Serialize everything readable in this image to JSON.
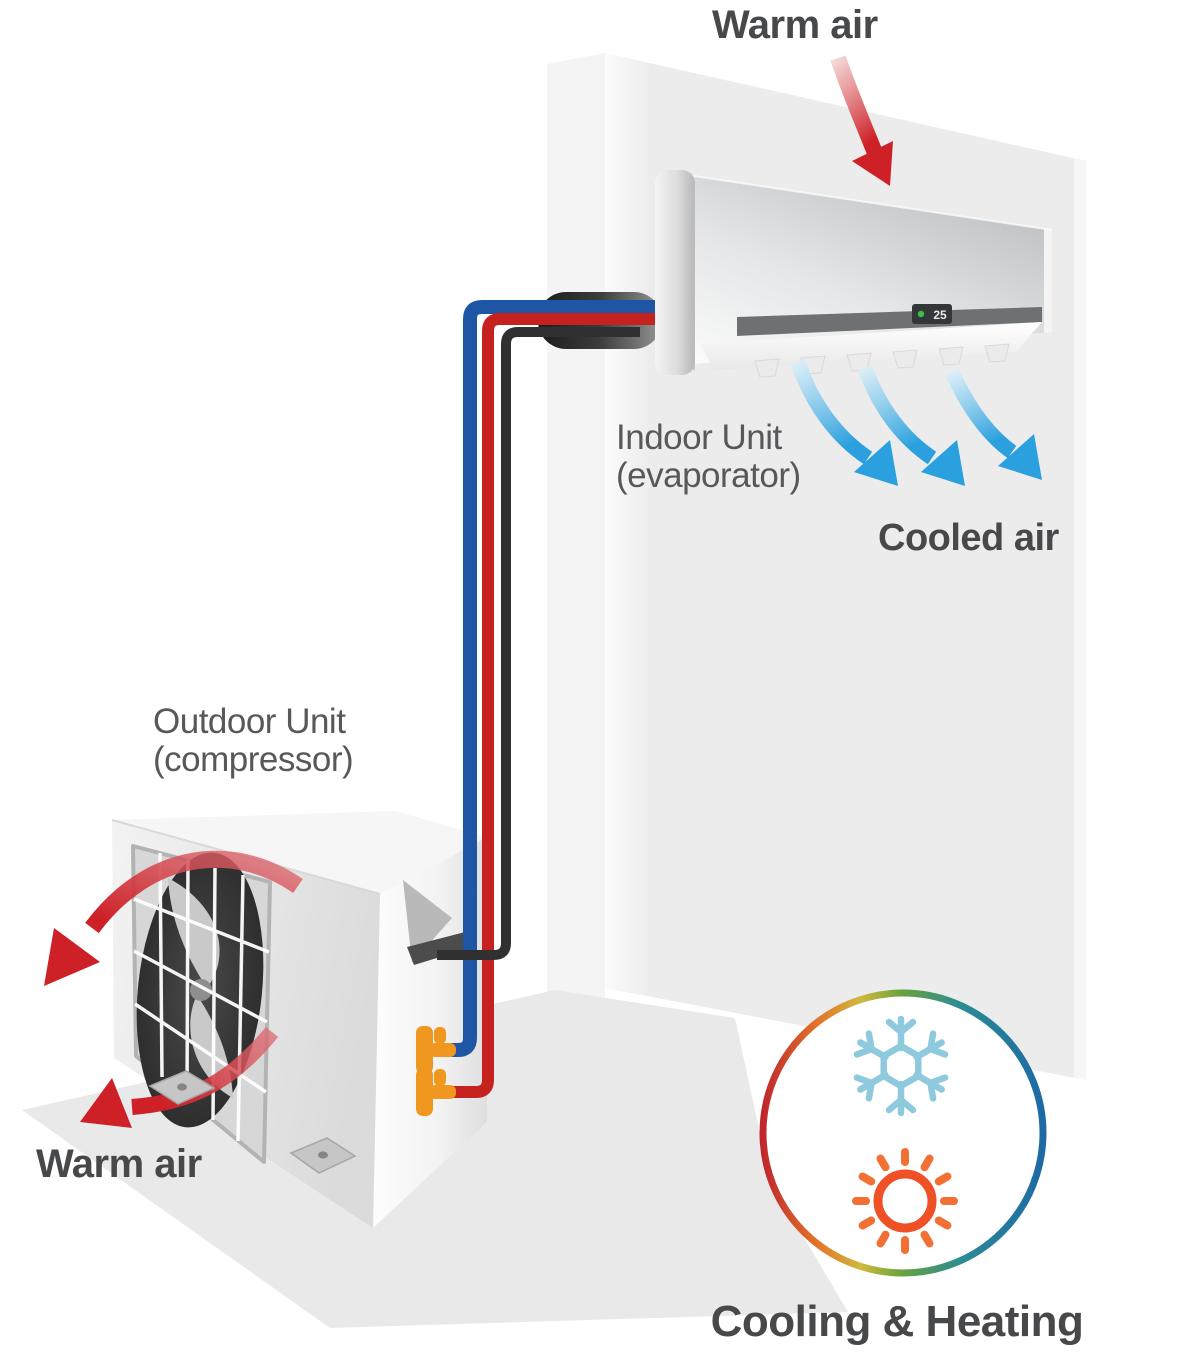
{
  "labels": {
    "warm_air_top": "Warm air",
    "indoor_unit_line1": "Indoor Unit",
    "indoor_unit_line2": "(evaporator)",
    "cooled_air": "Cooled air",
    "outdoor_unit_line1": "Outdoor Unit",
    "outdoor_unit_line2": "(compressor)",
    "warm_air_bottom": "Warm air",
    "badge_caption": "Cooling & Heating"
  },
  "indoor_unit": {
    "display_temp": "25"
  },
  "icons": {
    "cooling_icon": "snowflake",
    "heating_icon": "sun"
  },
  "colors": {
    "warm_arrow": "#ce2127",
    "cool_arrow": "#2aa0de",
    "pipe_blue": "#1e55a5",
    "pipe_red": "#c5211f",
    "pipe_insulated": "#303030",
    "valve_orange": "#f0971f",
    "snowflake_blue": "#8fc9de",
    "sun_orange": "#f15b27",
    "text_dark": "#47484a",
    "text_mid": "#57585a"
  }
}
